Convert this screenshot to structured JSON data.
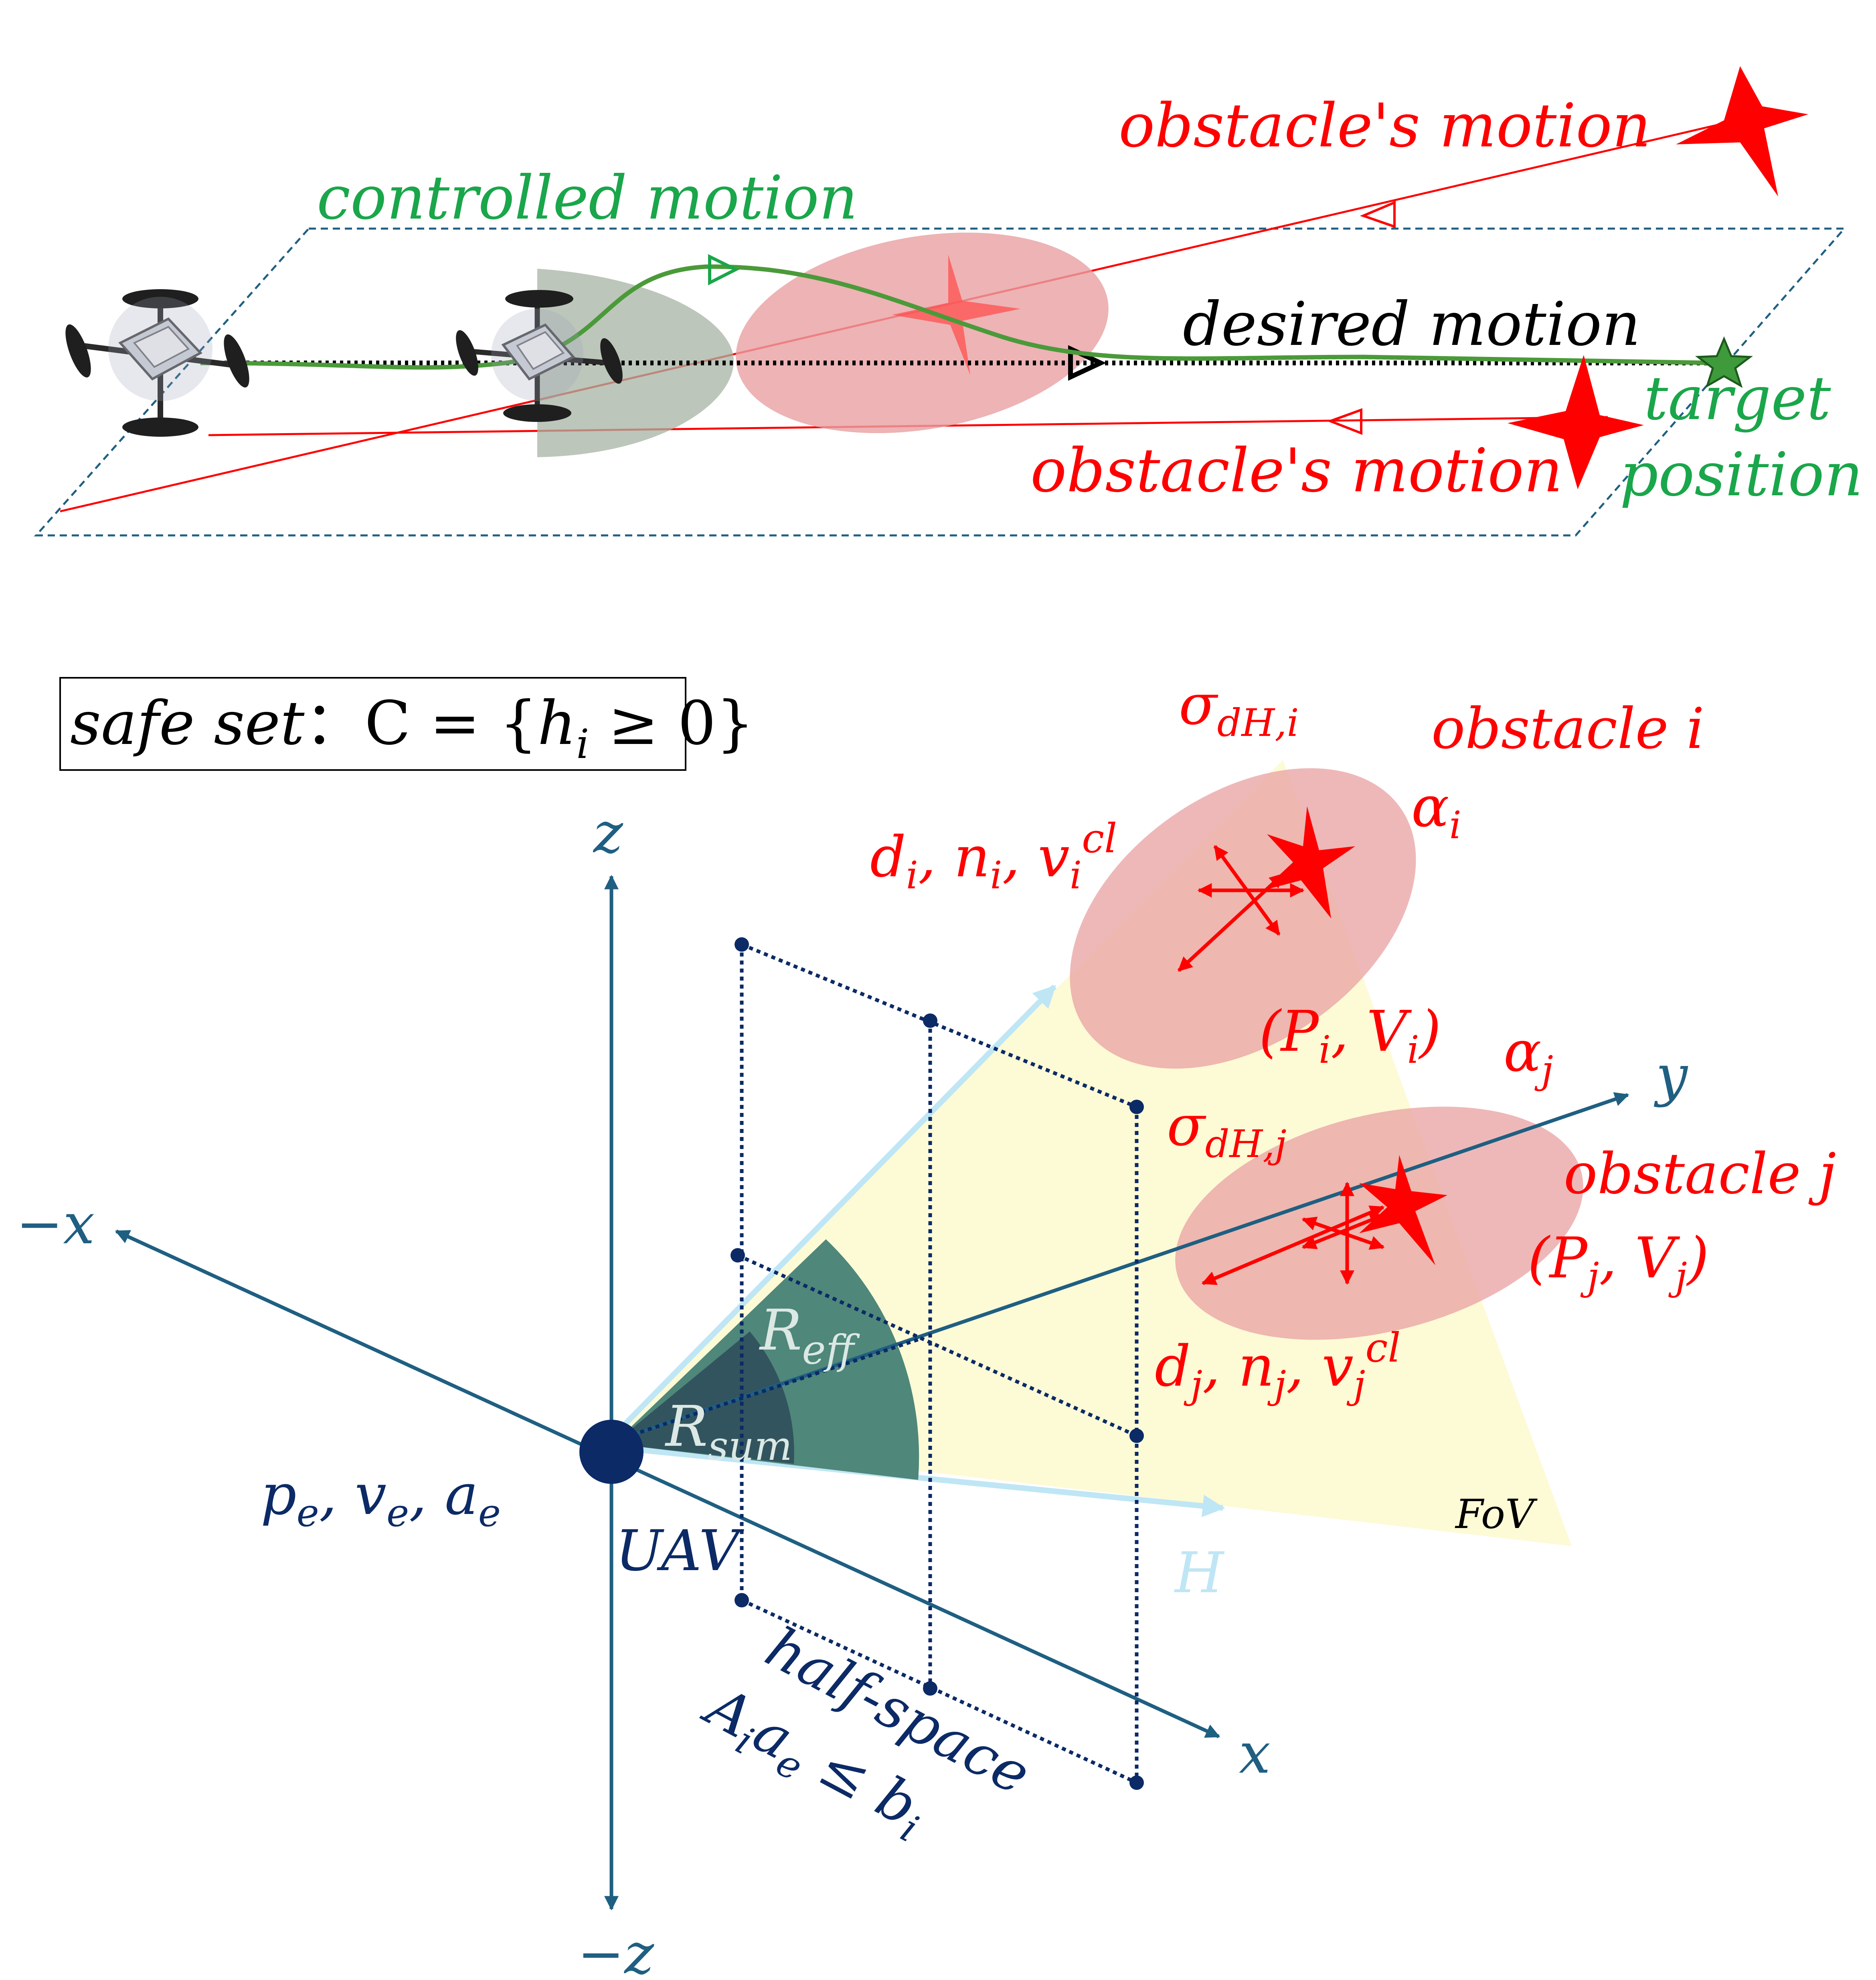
{
  "top": {
    "controlled_motion": "controlled motion",
    "desired_motion": "desired motion",
    "obstacle_motion_upper": "obstacle's motion",
    "obstacle_motion_lower": "obstacle's motion",
    "target": "target",
    "position": "position"
  },
  "bottom": {
    "safe_set": {
      "prefix": "safe set",
      "colon": "：",
      "c_eq": "C = {",
      "h": "h",
      "h_sub": "i",
      "rest": " ≥ 0}"
    },
    "axes": {
      "z": "z",
      "neg_z": "−z",
      "neg_x": "−x",
      "x": "x",
      "y": "y",
      "H": "H"
    },
    "uav": "UAV",
    "uav_state": {
      "p": "p",
      "p_sub": "e",
      "v": "v",
      "v_sub": "e",
      "a": "a",
      "a_sub": "e",
      "sep": ", "
    },
    "r_eff": {
      "base": "R",
      "sub": "eff"
    },
    "r_sum": {
      "base": "R",
      "sub": "sum"
    },
    "fov": "FoV",
    "obstacle_i": {
      "label": "obstacle i",
      "sigma": "σ",
      "sigma_sub": "dH,i",
      "alpha": "α",
      "alpha_sub": "i",
      "d": "d",
      "n": "n",
      "v": "v",
      "sub": "i",
      "sup": "cl",
      "P": "P",
      "V": "V"
    },
    "obstacle_j": {
      "label": "obstacle j",
      "sigma": "σ",
      "sigma_sub": "dH,j",
      "alpha": "α",
      "alpha_sub": "j",
      "d": "d",
      "n": "n",
      "v": "v",
      "sub": "j",
      "sup": "cl",
      "P": "P",
      "V": "V"
    },
    "half_space": {
      "line1": "half-space",
      "A": "A",
      "A_sub": "i",
      "a": "a",
      "a_sub": "e",
      "leq": " ≤ ",
      "b": "b",
      "b_sub": "i"
    }
  },
  "colors": {
    "red": "#ff0000",
    "green": "#1aa64a",
    "navy": "#0b2a66",
    "axis": "#1f5f82",
    "light_blue": "#bfe6f5",
    "fov_fill": "#fdfad6",
    "ellipse": "#e8a0a2",
    "shadow": "#a7b3a3",
    "sector_outer": "#4f877a",
    "sector_inner": "#32545e"
  }
}
